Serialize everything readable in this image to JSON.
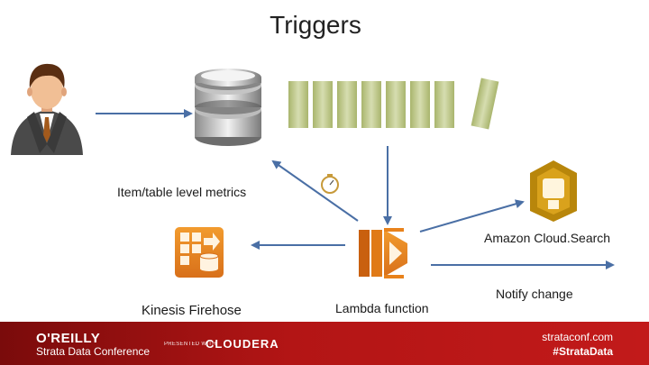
{
  "slide": {
    "title": "Triggers"
  },
  "labels": {
    "metrics": "Item/table level metrics",
    "cloudsearch": "Amazon Cloud.Search",
    "notify": "Notify change",
    "kinesis": "Kinesis Firehose",
    "lambda": "Lambda function"
  },
  "footer": {
    "oreilly": "O'REILLY",
    "conference": "Strata Data Conference",
    "presented_by": "PRESENTED WITH",
    "sponsor": "CLOUDERA",
    "site": "strataconf.com",
    "hashtag": "#StrataData"
  },
  "colors": {
    "arrow": "#4a6fa5",
    "aws_orange": "#e8821b",
    "stream_green": "#bfc98c",
    "footer_red": "#b31515"
  }
}
